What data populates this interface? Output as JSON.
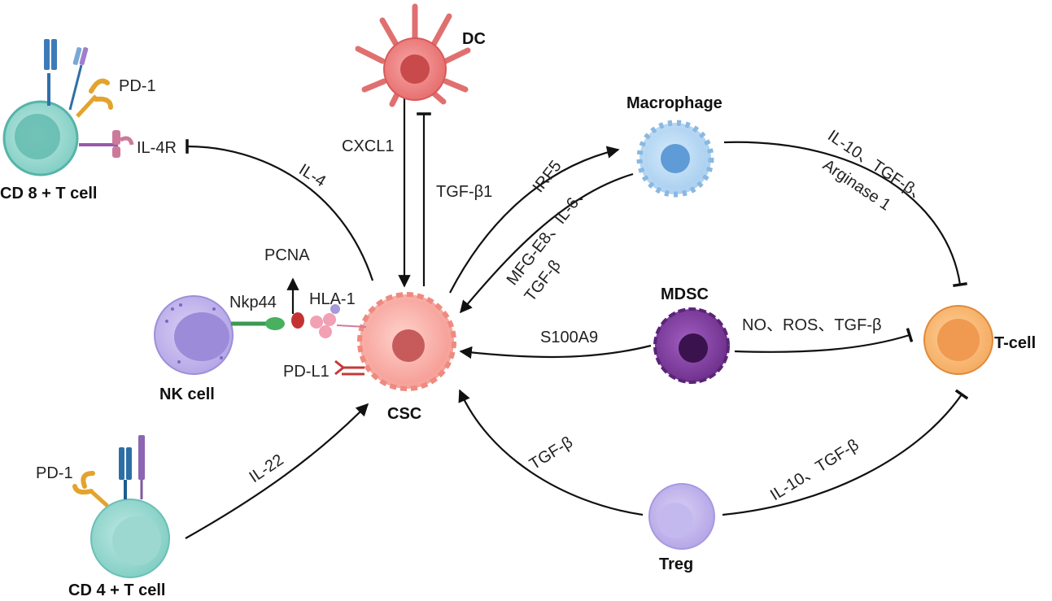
{
  "cells": {
    "dc": "DC",
    "macrophage": "Macrophage",
    "cd8": "CD 8 +  T cell",
    "nk": "NK cell",
    "csc": "CSC",
    "mdsc": "MDSC",
    "tcell": "T-cell",
    "cd4": "CD 4 +  T cell",
    "treg": "Treg"
  },
  "receptors": {
    "pd1_top": "PD-1",
    "il4r": "IL-4R",
    "pcna": "PCNA",
    "nkp44": "Nkp44",
    "hla1": "HLA-1",
    "pdl1": "PD-L1",
    "pd1_bottom": "PD-1"
  },
  "signals": {
    "cxcl1": "CXCL1",
    "tgfb1": "TGF-β1",
    "il4": "IL-4",
    "irf5": "IRF5",
    "mfg_line1": "MFG-E8、IL-6、",
    "mfg_line2": "TGF-β",
    "mac_t_line1": "IL-10、TGF-β、",
    "mac_t_line2": "Arginase 1",
    "s100a9": "S100A9",
    "no_ros": "NO、ROS、TGF-β",
    "il22": "IL-22",
    "tgfb_treg": "TGF-β",
    "treg_t": "IL-10、TGF-β"
  }
}
